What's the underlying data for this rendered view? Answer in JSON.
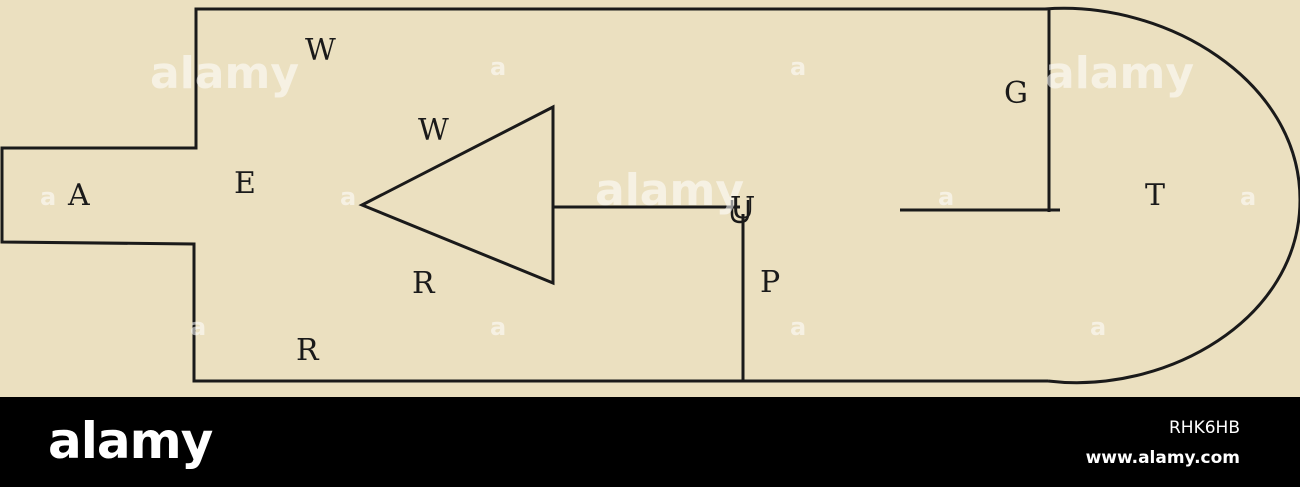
{
  "diagram": {
    "labels": {
      "a": "A",
      "e": "E",
      "w_top": "W",
      "w_prism": "W",
      "r_prism": "R",
      "r_bottom": "R",
      "u": "U",
      "p": "P",
      "g": "G",
      "t": "T"
    },
    "line_color": "#1a1a1a",
    "paper_color": "#ebe0c0"
  },
  "watermark": {
    "logo_text": "alamy",
    "mark": "a"
  },
  "footer": {
    "logo": "alamy",
    "image_id": "RHK6HB",
    "url": "www.alamy.com"
  }
}
